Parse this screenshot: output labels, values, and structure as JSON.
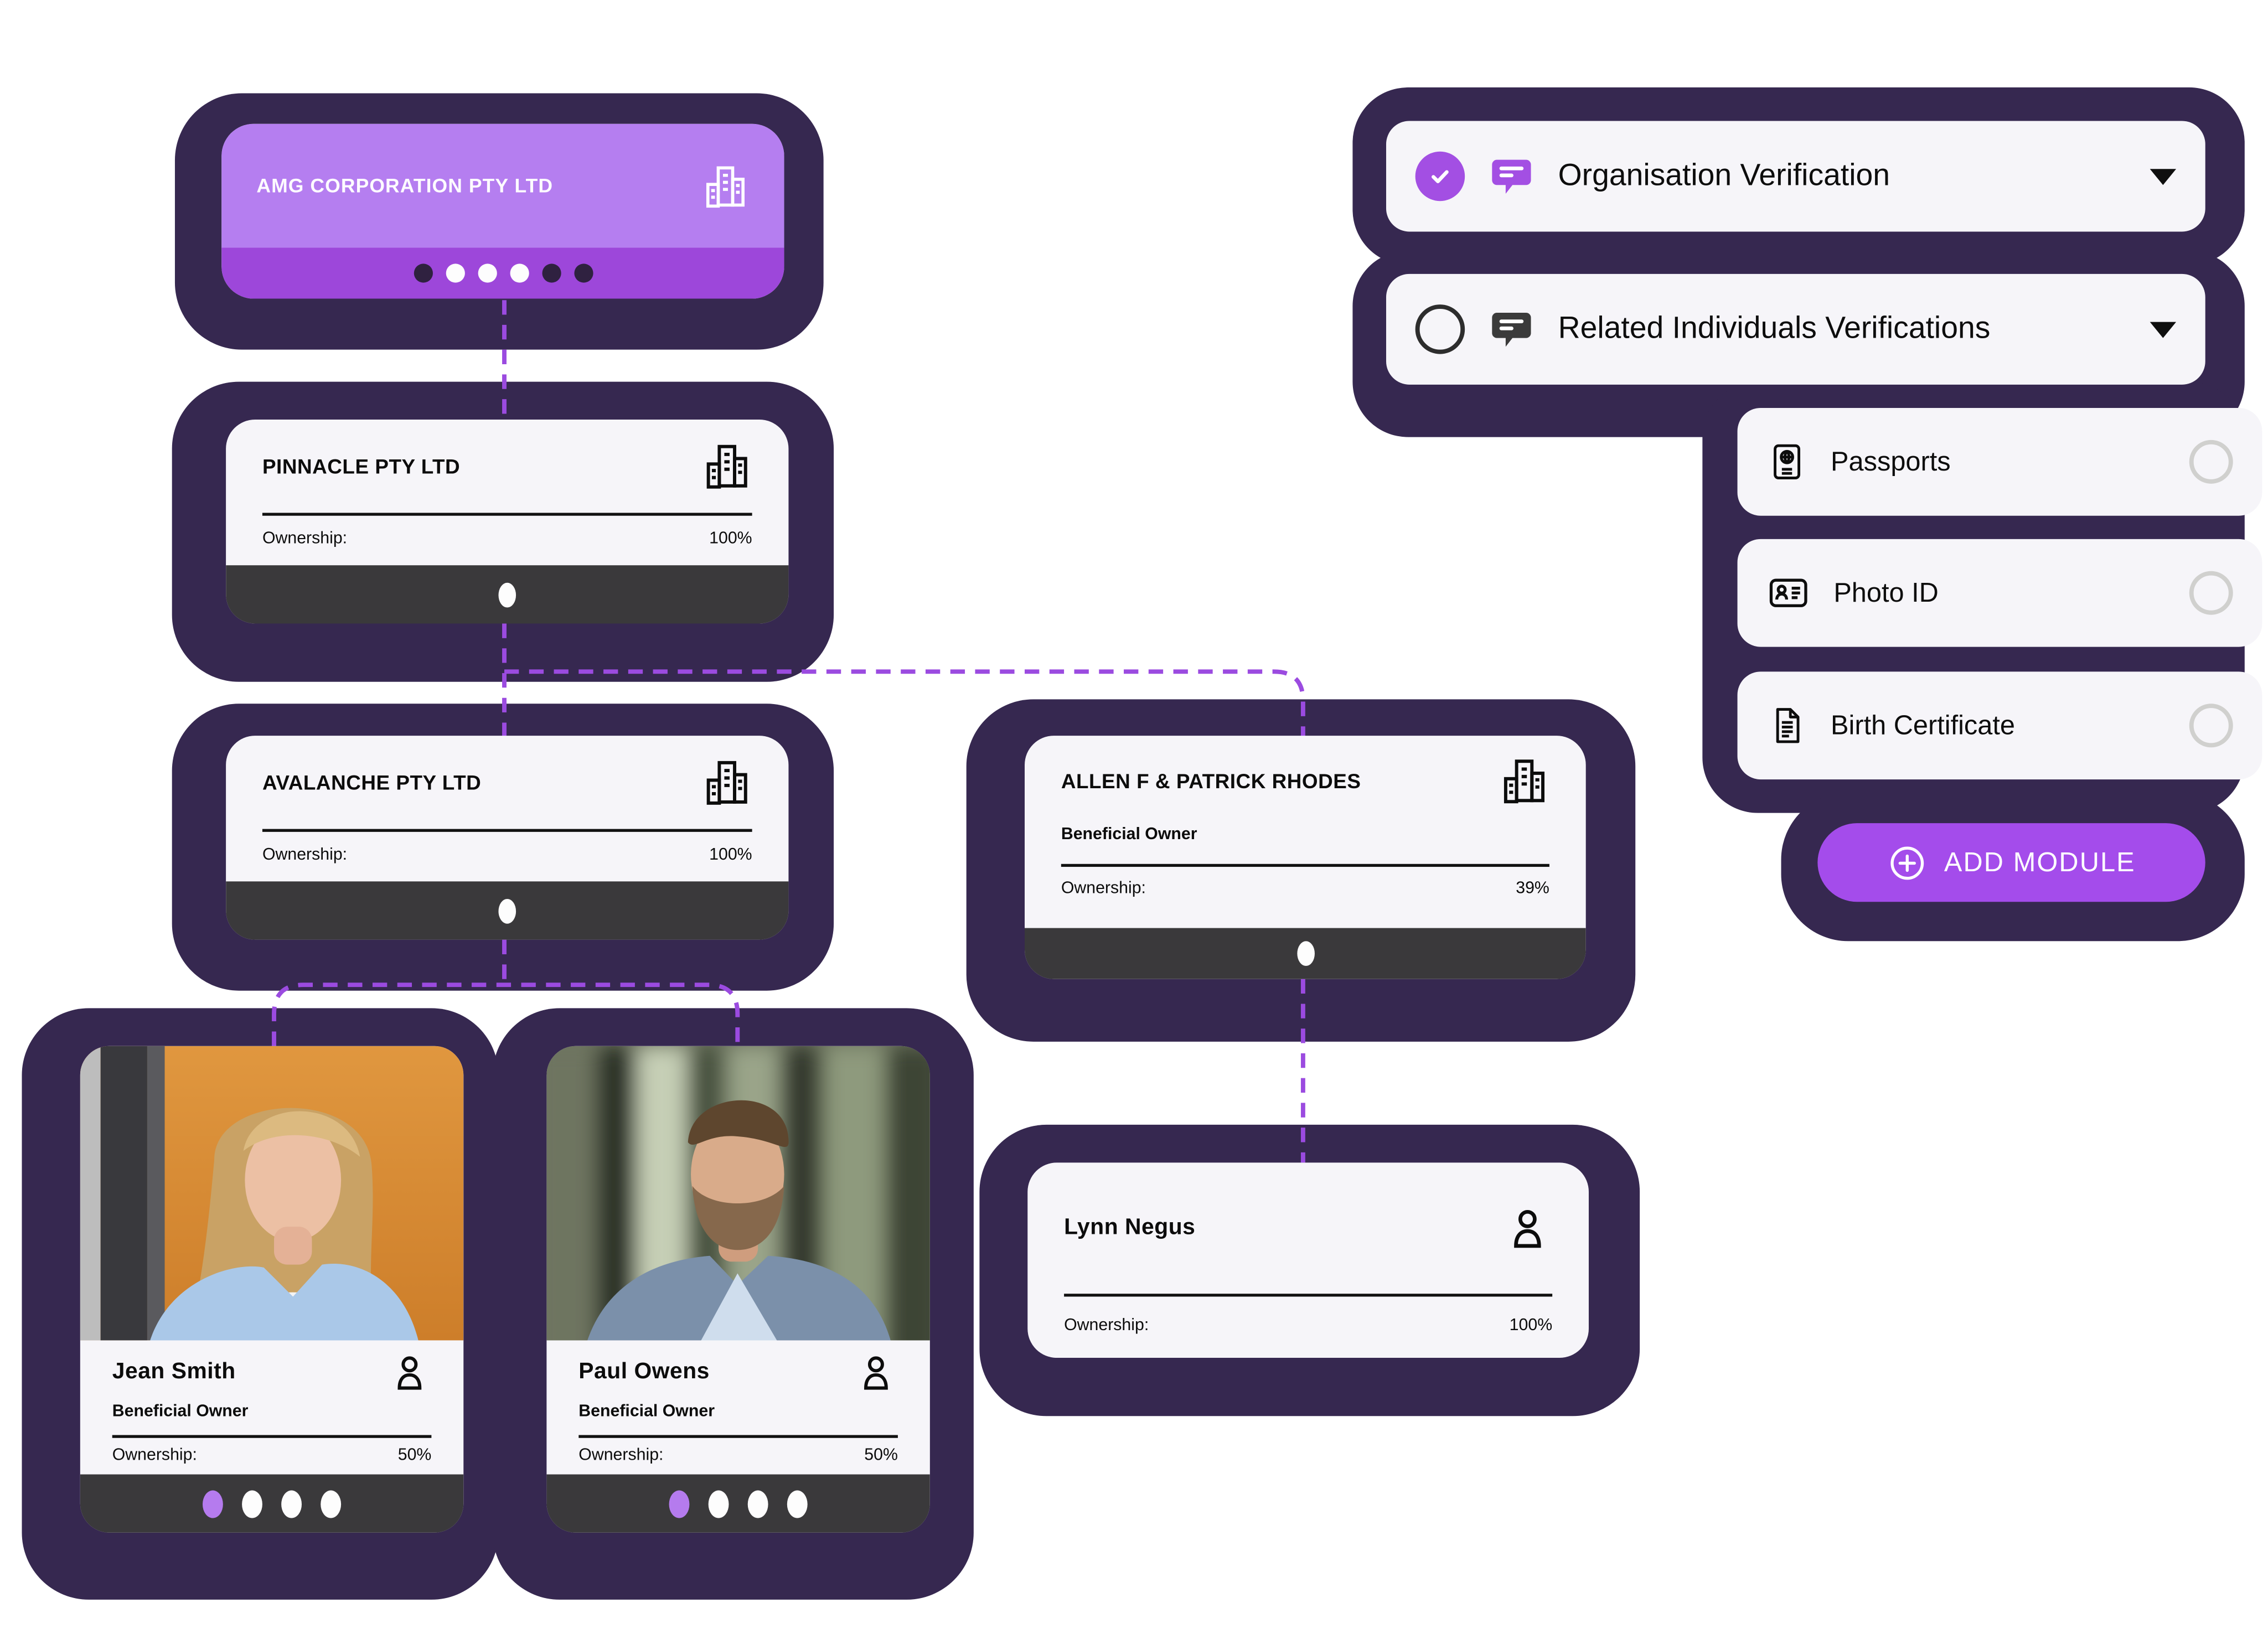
{
  "org": {
    "amg": {
      "title": "AMG CORPORATION PTY LTD",
      "dots": [
        "dark",
        "white",
        "white",
        "white",
        "dark",
        "dark"
      ]
    },
    "pinnacle": {
      "title": "PINNACLE PTY LTD",
      "ownership_label": "Ownership:",
      "ownership_value": "100%"
    },
    "avalanche": {
      "title": "AVALANCHE PTY LTD",
      "ownership_label": "Ownership:",
      "ownership_value": "100%"
    },
    "allen": {
      "title": "ALLEN F & PATRICK RHODES",
      "role": "Beneficial Owner",
      "ownership_label": "Ownership:",
      "ownership_value": "39%"
    },
    "jean": {
      "name": "Jean Smith",
      "role": "Beneficial Owner",
      "ownership_label": "Ownership:",
      "ownership_value": "50%",
      "dots": [
        "purple",
        "white",
        "white",
        "white"
      ]
    },
    "paul": {
      "name": "Paul Owens",
      "role": "Beneficial Owner",
      "ownership_label": "Ownership:",
      "ownership_value": "50%",
      "dots": [
        "purple",
        "white",
        "white",
        "white"
      ]
    },
    "lynn": {
      "name": "Lynn Negus",
      "ownership_label": "Ownership:",
      "ownership_value": "100%"
    }
  },
  "panel": {
    "verification_rows": [
      {
        "label": "Organisation Verification",
        "state": "checked"
      },
      {
        "label": "Related Individuals Verifications",
        "state": "unchecked"
      }
    ],
    "modules": [
      {
        "label": "Passports",
        "icon": "passport-icon",
        "selected": false
      },
      {
        "label": "Photo ID",
        "icon": "photo-id-icon",
        "selected": false
      },
      {
        "label": "Birth Certificate",
        "icon": "birth-certificate-icon",
        "selected": false
      }
    ],
    "add_module_label": "ADD MODULE"
  },
  "colors": {
    "sticker_border": "#362850",
    "card_bg": "#f6f5f9",
    "amg_header": "#b57ef0",
    "amg_strip": "#9d47da",
    "accent_purple": "#a44ceb",
    "connector_purple": "#9b4be0",
    "strip_dark": "#3a393b",
    "active_dot_purple": "#b57bee"
  }
}
